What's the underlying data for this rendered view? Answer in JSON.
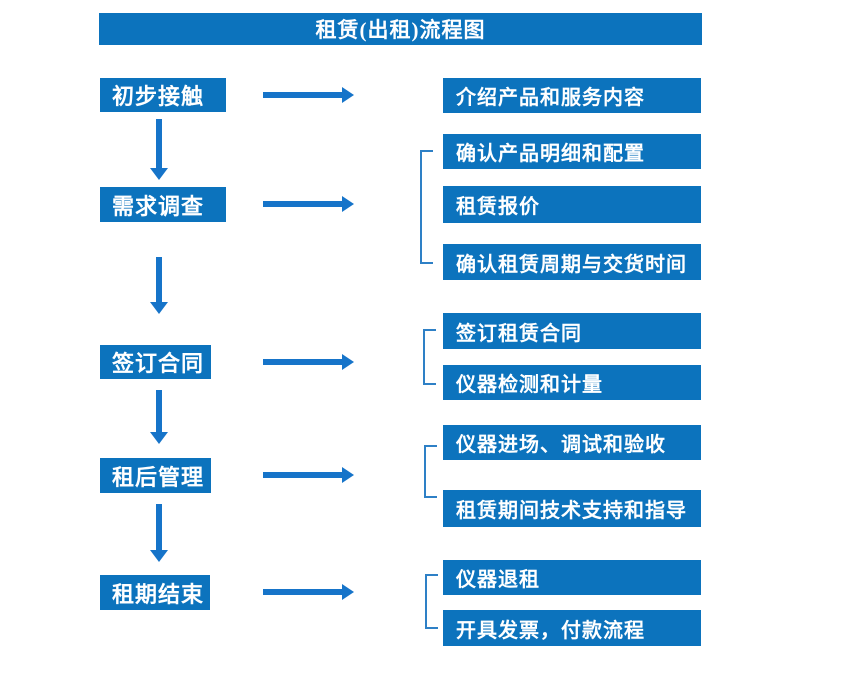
{
  "title": "租赁(出租)流程图",
  "colors": {
    "box_blue": "#0c73bd",
    "arrow_blue": "#1674c9",
    "bracket_blue": "#2e80c6",
    "text": "#ffffff",
    "background": "#ffffff"
  },
  "flow": {
    "stages": [
      {
        "label": "初步接触",
        "outputs": [
          "介绍产品和服务内容"
        ]
      },
      {
        "label": "需求调查",
        "outputs": [
          "确认产品明细和配置",
          "租赁报价",
          "确认租赁周期与交货时间"
        ]
      },
      {
        "label": "签订合同",
        "outputs": [
          "签订租赁合同",
          "仪器检测和计量"
        ]
      },
      {
        "label": "租后管理",
        "outputs": [
          "仪器进场、调试和验收",
          "租赁期间技术支持和指导"
        ]
      },
      {
        "label": "租期结束",
        "outputs": [
          "仪器退租",
          "开具发票，付款流程"
        ]
      }
    ]
  }
}
